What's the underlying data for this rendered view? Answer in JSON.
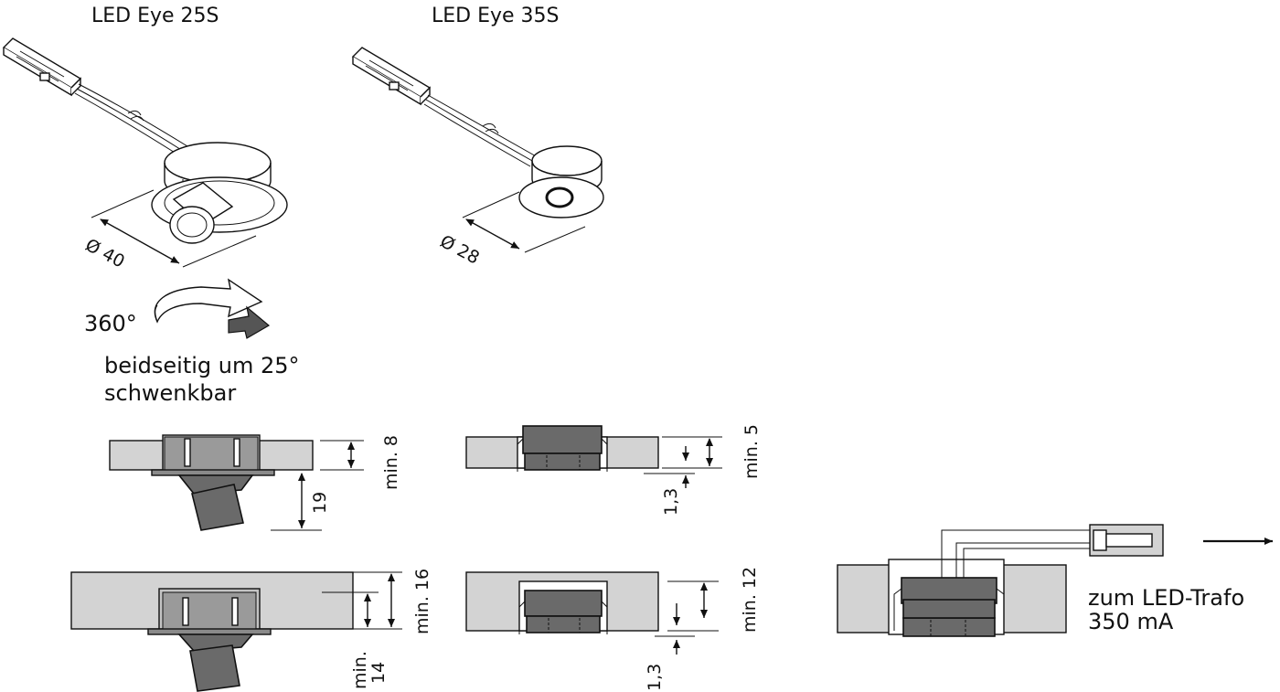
{
  "titles": {
    "eye25": "LED Eye 25S",
    "eye35": "LED Eye 35S"
  },
  "dimensions": {
    "dia25": "Ø 40",
    "dia35": "Ø 28"
  },
  "rotation": {
    "angle": "360°",
    "tilt_line1": "beidseitig um 25°",
    "tilt_line2": "schwenkbar"
  },
  "install_25_thin": {
    "min_label": "min. 8",
    "depth_label": "19"
  },
  "install_25_thick": {
    "min_label": "min. 16",
    "min2_line1": "min.",
    "min2_line2": "14"
  },
  "install_35_thin": {
    "min_label": "min. 5",
    "offset_label": "1,3"
  },
  "install_35_thick": {
    "min_label": "min. 12",
    "offset_label": "1,3"
  },
  "connection": {
    "line1": "zum LED-Trafo",
    "line2": "350 mA"
  }
}
